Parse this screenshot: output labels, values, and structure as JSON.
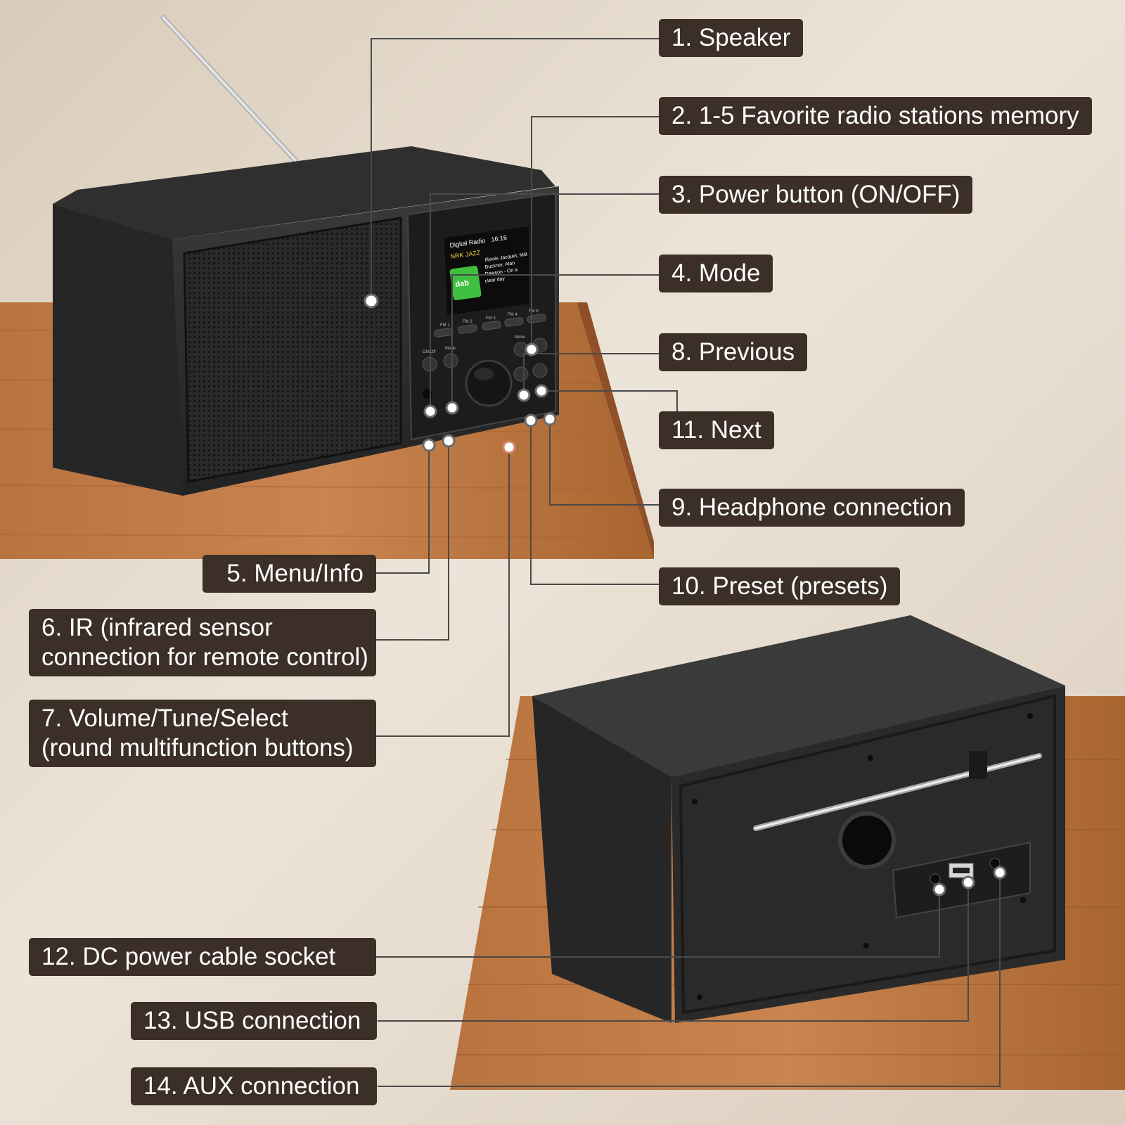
{
  "colors": {
    "wall_light": "#ece4d8",
    "wall_mid": "#d8ccbb",
    "wood": "#b36d3c",
    "wood_dark": "#8f5029",
    "radio_body": "#2d2d2d",
    "radio_face": "#1f1f1f",
    "label_bg": "#3b2f27",
    "label_text": "#ffffff",
    "leader_line": "#3a3a3a",
    "screen_green": "#3fbf3f"
  },
  "labels": {
    "speaker": "1. Speaker",
    "favorites": "2. 1-5 Favorite radio stations memory",
    "power": "3. Power button (ON/OFF)",
    "mode": "4. Mode",
    "previous": "8. Previous",
    "next": "11. Next",
    "headphone": "9. Headphone connection",
    "preset": "10. Preset (presets)",
    "menu_info": "5. Menu/Info",
    "ir_line1": "6. IR (infrared sensor",
    "ir_line2": "connection for remote control)",
    "volume_line1": "7. Volume/Tune/Select",
    "volume_line2": "(round multifunction buttons)",
    "dc_power": "12. DC power cable socket",
    "usb": "13. USB connection",
    "aux": "14. AUX connection"
  },
  "screen": {
    "title": "Digital Radio",
    "time": "16:16",
    "station": "NRK JAZZ",
    "line1": "Illinois Jacquet, Milt",
    "line2": "Buckner, Alan",
    "line3": "Dawson - On a",
    "line4": "clear day",
    "logo": "dab"
  },
  "buttons": {
    "fm1": "FM 1",
    "fm2": "FM 2",
    "fm3": "FM 3",
    "fm4": "FM 4",
    "fm5": "FM 5",
    "onoff": "ON/Off",
    "mode": "Mode",
    "menu": "Menu"
  }
}
